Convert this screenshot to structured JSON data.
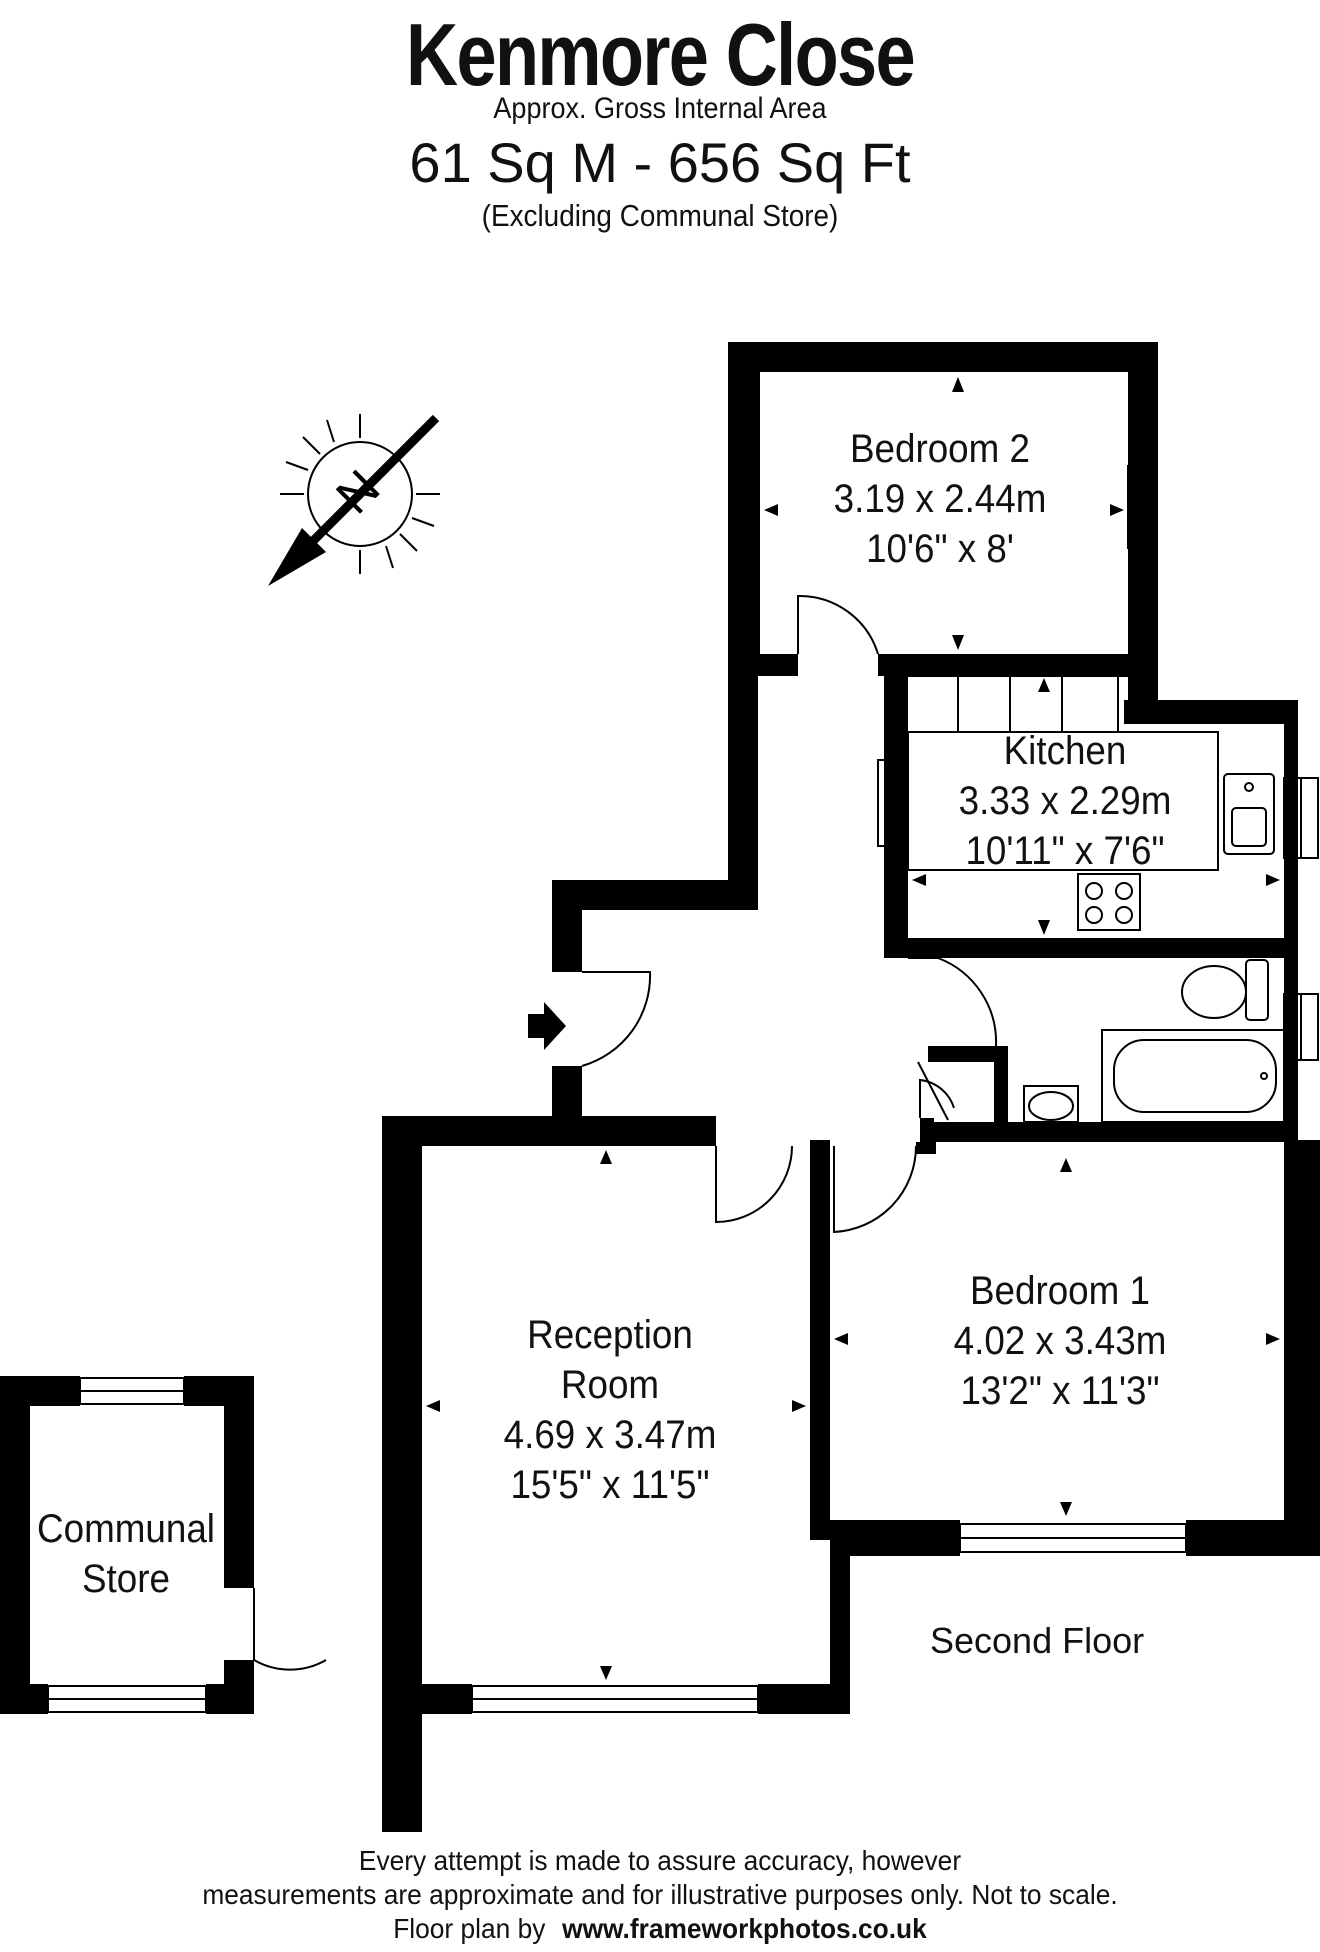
{
  "header": {
    "title": "Kenmore Close",
    "subtitle": "Approx. Gross Internal Area",
    "area": "61 Sq M - 656 Sq Ft",
    "note": "(Excluding Communal Store)"
  },
  "compass": {
    "letter": "N"
  },
  "rooms": {
    "bedroom2": {
      "name": "Bedroom 2",
      "metric": "3.19 x 2.44m",
      "imperial": "10'6\" x 8'"
    },
    "kitchen": {
      "name": "Kitchen",
      "metric": "3.33 x 2.29m",
      "imperial": "10'11\" x 7'6\""
    },
    "reception": {
      "name1": "Reception",
      "name2": "Room",
      "metric": "4.69 x 3.47m",
      "imperial": "15'5\" x 11'5\""
    },
    "bedroom1": {
      "name": "Bedroom 1",
      "metric": "4.02 x 3.43m",
      "imperial": "13'2\" x 11'3\""
    },
    "store": {
      "name1": "Communal",
      "name2": "Store"
    }
  },
  "floor_label": "Second Floor",
  "disclaimer": {
    "line1": "Every attempt is made to assure accuracy, however",
    "line2": "measurements are approximate and for illustrative purposes only. Not to scale.",
    "line3_prefix": "Floor plan by",
    "line3_link": "www.frameworkphotos.co.uk"
  }
}
